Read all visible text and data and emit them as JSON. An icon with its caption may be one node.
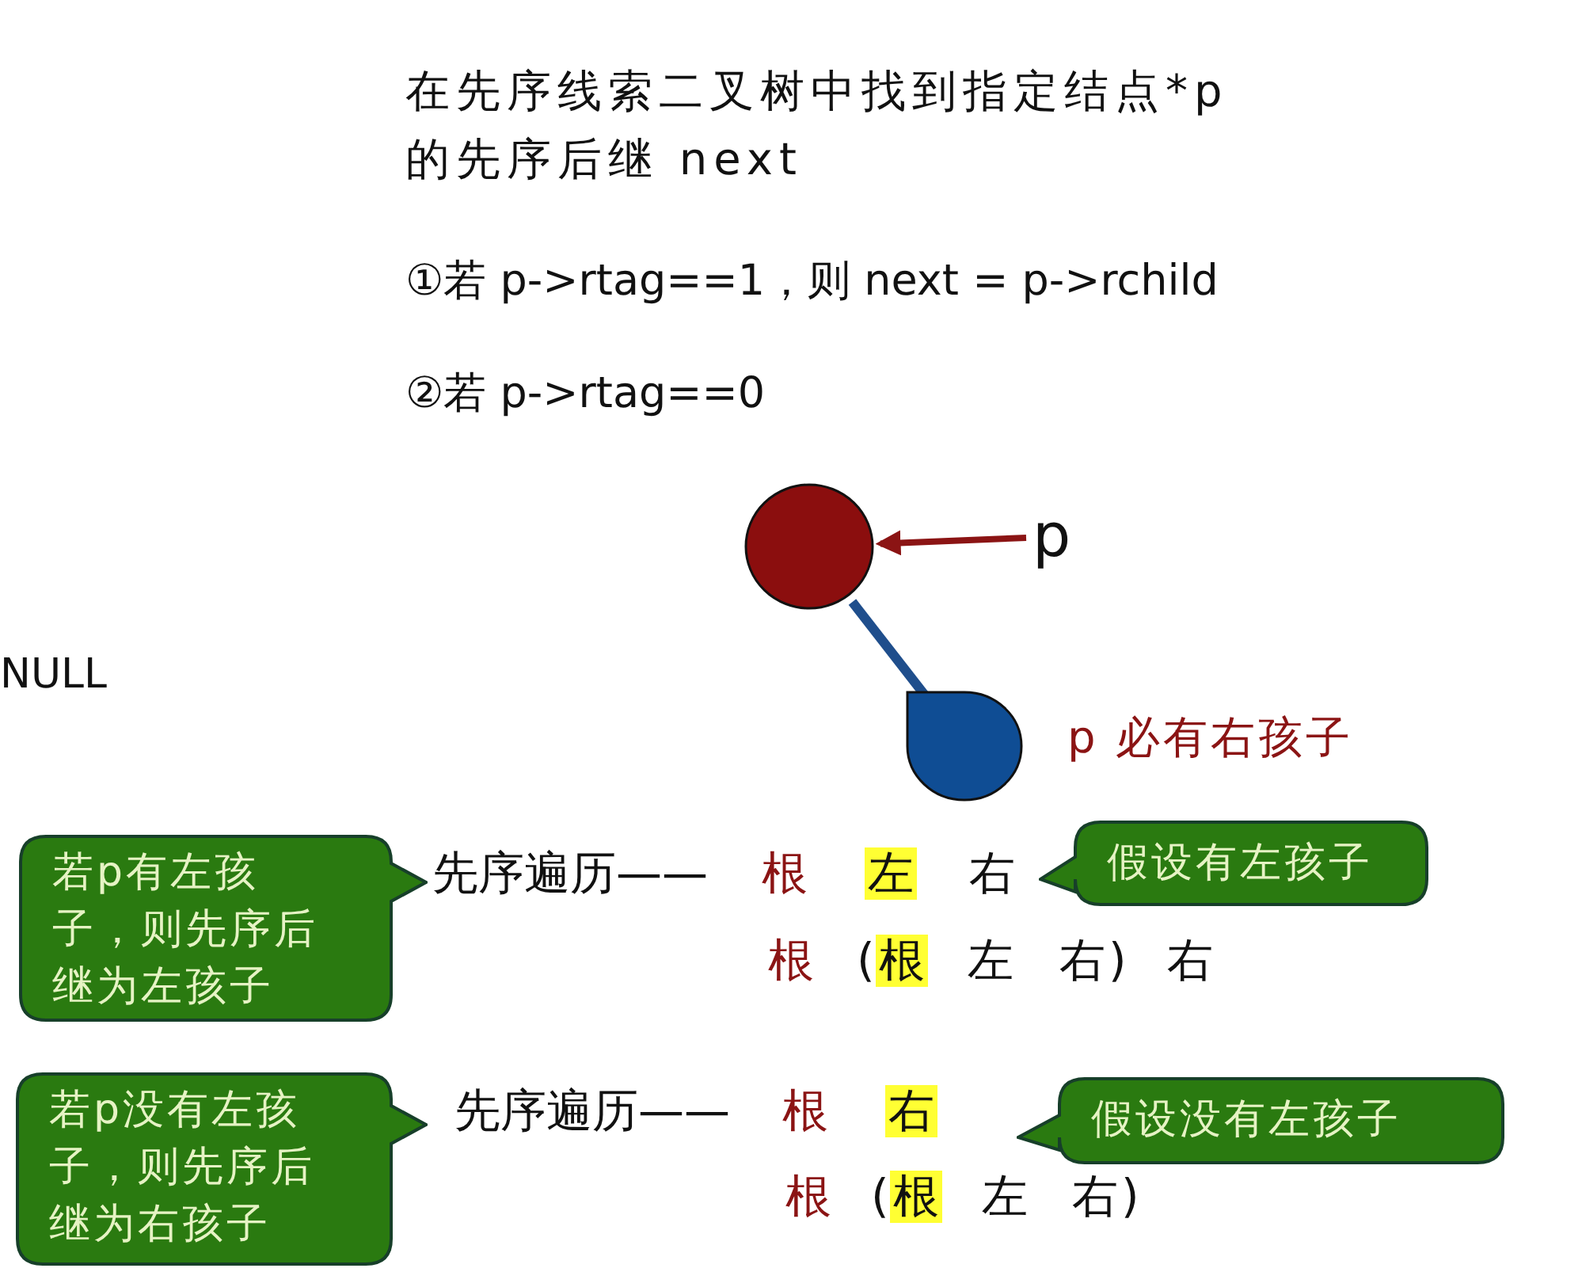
{
  "diagram": {
    "title": "在先序线索二叉树中找到指定结点*p 的先序后继 next",
    "nodes": [
      {
        "text": [],
        "shape": "circle"
      },
      {
        "text": [
          "p"
        ]
      },
      {
        "text": [],
        "shape": "circle",
        "beside": [
          "p 必有右孩子"
        ]
      },
      {
        "text": [
          "若p有左孩子，则先序后继为左孩子"
        ]
      },
      {
        "text": [
          "假设有左孩子"
        ]
      },
      {
        "text": [
          "若p没有左孩子，则先序后继为右孩子"
        ]
      },
      {
        "text": [
          "假设没有左孩子"
        ]
      }
    ],
    "edges": [
      {
        "from": 1,
        "to": 0,
        "arrow": "to",
        "color": "#8b1414"
      },
      {
        "from": 0,
        "to": 2,
        "arrow": "none",
        "color": "#1f4e8c"
      }
    ],
    "labels": [
      "①若 p->rtag==1，则 next = p->rchild",
      "②若 p->rtag==0",
      "NULL",
      "先序遍历——",
      "根",
      "左",
      "右",
      "根",
      "(",
      "根",
      "左",
      "右",
      ")",
      "右",
      "先序遍历——",
      "根",
      "右",
      "根",
      "(",
      "根",
      "左",
      "右",
      ")"
    ]
  }
}
